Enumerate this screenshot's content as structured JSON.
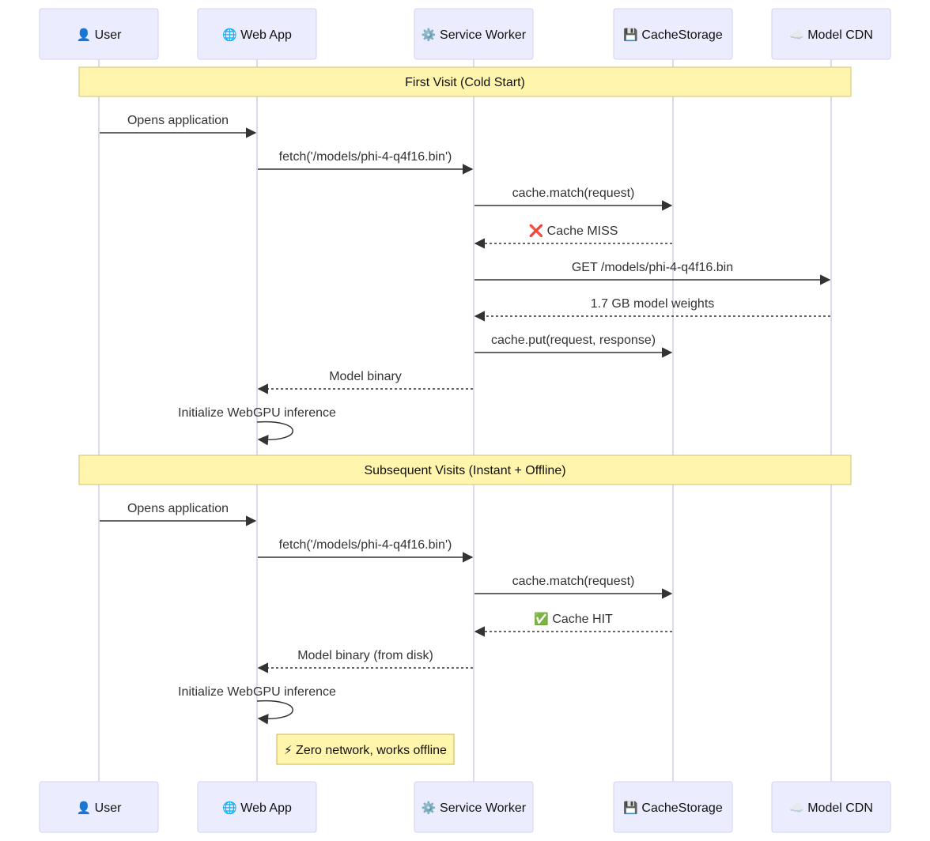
{
  "participants": [
    {
      "id": "user",
      "icon": "👤",
      "icon_name": "user-icon",
      "label": "User"
    },
    {
      "id": "web",
      "icon": "🌐",
      "icon_name": "globe-icon",
      "label": "Web App"
    },
    {
      "id": "sw",
      "icon": "⚙️",
      "icon_name": "gear-icon",
      "label": "Service Worker"
    },
    {
      "id": "cache",
      "icon": "💾",
      "icon_name": "floppy-disk-icon",
      "label": "CacheStorage"
    },
    {
      "id": "cdn",
      "icon": "☁️",
      "icon_name": "cloud-icon",
      "label": "Model CDN"
    }
  ],
  "sections": [
    {
      "label": "First Visit (Cold Start)",
      "messages": [
        {
          "from": "user",
          "to": "web",
          "style": "solid",
          "text": "Opens application"
        },
        {
          "from": "web",
          "to": "sw",
          "style": "solid",
          "text": "fetch('/models/phi-4-q4f16.bin')"
        },
        {
          "from": "sw",
          "to": "cache",
          "style": "solid",
          "text": "cache.match(request)"
        },
        {
          "from": "cache",
          "to": "sw",
          "style": "dashed",
          "icon": "❌",
          "icon_name": "cross-mark-icon",
          "text": "Cache MISS"
        },
        {
          "from": "sw",
          "to": "cdn",
          "style": "solid",
          "text": "GET /models/phi-4-q4f16.bin"
        },
        {
          "from": "cdn",
          "to": "sw",
          "style": "dashed",
          "text": "1.7 GB model weights"
        },
        {
          "from": "sw",
          "to": "cache",
          "style": "solid",
          "text": "cache.put(request, response)"
        },
        {
          "from": "sw",
          "to": "web",
          "style": "dashed",
          "text": "Model binary"
        },
        {
          "from": "web",
          "to": "web",
          "style": "self",
          "text": "Initialize WebGPU inference"
        }
      ]
    },
    {
      "label": "Subsequent Visits (Instant + Offline)",
      "messages": [
        {
          "from": "user",
          "to": "web",
          "style": "solid",
          "text": "Opens application"
        },
        {
          "from": "web",
          "to": "sw",
          "style": "solid",
          "text": "fetch('/models/phi-4-q4f16.bin')"
        },
        {
          "from": "sw",
          "to": "cache",
          "style": "solid",
          "text": "cache.match(request)"
        },
        {
          "from": "cache",
          "to": "sw",
          "style": "dashed",
          "icon": "✅",
          "icon_name": "check-mark-icon",
          "text": "Cache HIT"
        },
        {
          "from": "sw",
          "to": "web",
          "style": "dashed",
          "text": "Model binary (from disk)"
        },
        {
          "from": "web",
          "to": "web",
          "style": "self",
          "text": "Initialize WebGPU inference"
        }
      ],
      "note": {
        "over": "web",
        "icon": "⚡",
        "icon_name": "lightning-icon",
        "text": "Zero network, works offline"
      }
    }
  ],
  "colors": {
    "actor_fill": "#ECECFF",
    "section_fill": "#FFF5AD",
    "line": "#333333",
    "lifeline": "#CFCDEA"
  }
}
